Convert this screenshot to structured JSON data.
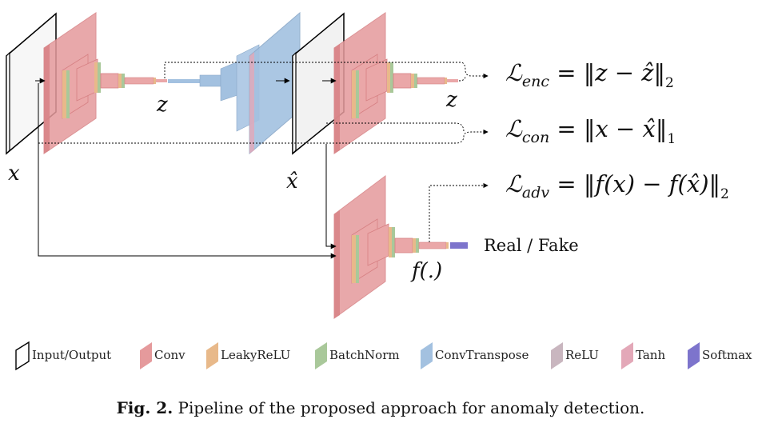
{
  "diagram": {
    "labels": {
      "x": "x",
      "x_hat": "x̂",
      "z1": "z",
      "z2": "z",
      "f": "f(.)",
      "real_fake": "Real / Fake"
    },
    "losses": [
      {
        "symbol": "ℒ",
        "sub": "enc",
        "expr": " = ‖z − ẑ‖",
        "norm": "2"
      },
      {
        "symbol": "ℒ",
        "sub": "con",
        "expr": " = ‖x − x̂‖",
        "norm": "1"
      },
      {
        "symbol": "ℒ",
        "sub": "adv",
        "expr": " = ‖f(x) − f(x̂)‖",
        "norm": "2"
      }
    ]
  },
  "legend": [
    {
      "label": "Input/Output",
      "color": "#ffffff",
      "icon": "input-output-icon"
    },
    {
      "label": "Conv",
      "color": "#e59a9c",
      "icon": "conv-icon"
    },
    {
      "label": "LeakyReLU",
      "color": "#e8b98a",
      "icon": "leakyrelu-icon"
    },
    {
      "label": "BatchNorm",
      "color": "#a9c89a",
      "icon": "batchnorm-icon"
    },
    {
      "label": "ConvTranspose",
      "color": "#a3c1e0",
      "icon": "convtranspose-icon"
    },
    {
      "label": "ReLU",
      "color": "#c9b6bf",
      "icon": "relu-icon"
    },
    {
      "label": "Tanh",
      "color": "#e3a8b8",
      "icon": "tanh-icon"
    },
    {
      "label": "Softmax",
      "color": "#7d74cc",
      "icon": "softmax-icon"
    }
  ],
  "caption": {
    "prefix": "Fig. 2.",
    "text": " Pipeline of the proposed approach for anomaly detection."
  }
}
